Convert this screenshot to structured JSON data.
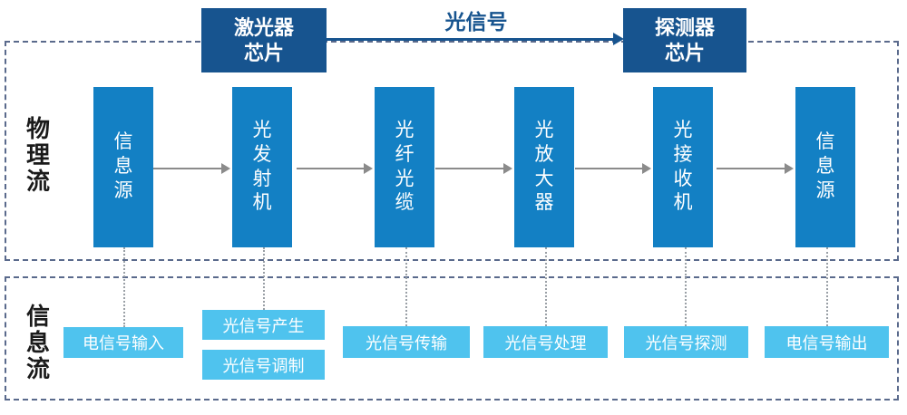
{
  "diagram": {
    "title_top_label": "光信号",
    "rows": [
      {
        "id": "physical",
        "label": "物理流"
      },
      {
        "id": "information",
        "label": "信息流"
      }
    ],
    "chips": [
      {
        "id": "laser-chip",
        "label": "激光器\n芯片",
        "line1": "激光器",
        "line2": "芯片"
      },
      {
        "id": "detector-chip",
        "label": "探测器\n芯片",
        "line1": "探测器",
        "line2": "芯片"
      }
    ],
    "stages": [
      {
        "id": "info-source-in",
        "label": "信息源"
      },
      {
        "id": "optical-transmitter",
        "label": "光发射机"
      },
      {
        "id": "fiber-optic-cable",
        "label": "光纤光缆"
      },
      {
        "id": "optical-amplifier",
        "label": "光放大器"
      },
      {
        "id": "optical-receiver",
        "label": "光接收机"
      },
      {
        "id": "info-source-out",
        "label": "信息源"
      }
    ],
    "info_items": [
      {
        "id": "electrical-signal-input",
        "label": "电信号输入"
      },
      {
        "id": "optical-signal-generate",
        "label": "光信号产生"
      },
      {
        "id": "optical-signal-modulate",
        "label": "光信号调制"
      },
      {
        "id": "optical-signal-transmit",
        "label": "光信号传输"
      },
      {
        "id": "optical-signal-process",
        "label": "光信号处理"
      },
      {
        "id": "optical-signal-detect",
        "label": "光信号探测"
      },
      {
        "id": "electrical-signal-output",
        "label": "电信号输出"
      }
    ],
    "colors": {
      "chip_dark_blue": "#17548f",
      "stage_blue": "#1380c4",
      "info_light_blue": "#4fc3ee",
      "dashed_border": "#5a6a8c",
      "grey_arrow": "#8b8b8b",
      "dotted_connector": "#9aa0a6"
    }
  }
}
